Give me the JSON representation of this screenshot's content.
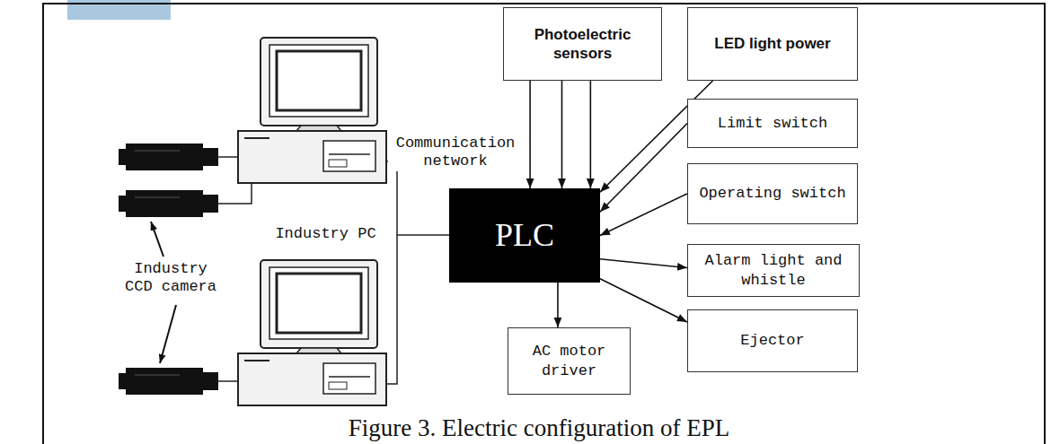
{
  "diagram": {
    "caption": "Figure 3. Electric configuration of EPL",
    "nodes": [
      {
        "text": [
          "Photoelectric sensors"
        ]
      },
      {
        "text": [
          "LED light power"
        ]
      },
      {
        "text": [
          "Limit switch"
        ]
      },
      {
        "text": [
          "Operating switch"
        ]
      },
      {
        "text": [
          "PLC"
        ]
      },
      {
        "text": [
          "Alarm light and whistle"
        ]
      },
      {
        "text": [
          "Ejector"
        ]
      },
      {
        "text": [
          "AC motor driver"
        ]
      }
    ],
    "edges": [
      {
        "from": 0,
        "to": 4,
        "arrow": "to"
      },
      {
        "from": 0,
        "to": 4,
        "arrow": "to"
      },
      {
        "from": 0,
        "to": 4,
        "arrow": "to"
      },
      {
        "from": 1,
        "to": 4,
        "arrow": "to"
      },
      {
        "from": 2,
        "to": 4,
        "arrow": "to"
      },
      {
        "from": 3,
        "to": 4,
        "arrow": "to"
      },
      {
        "from": 4,
        "to": 5,
        "arrow": "to"
      },
      {
        "from": 4,
        "to": 6,
        "arrow": "to"
      },
      {
        "from": 4,
        "to": 7,
        "arrow": "to"
      }
    ],
    "labels": [
      "Communication network",
      "Industry PC",
      "Industry CCD camera"
    ]
  }
}
